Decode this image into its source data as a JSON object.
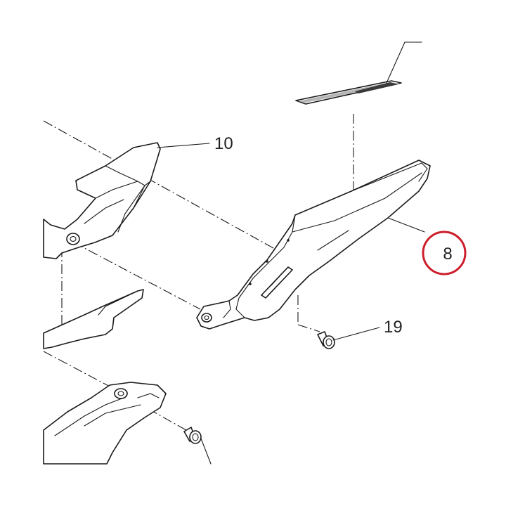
{
  "callouts": [
    {
      "id": "label-10",
      "text": "10"
    },
    {
      "id": "label-19",
      "text": "19"
    },
    {
      "id": "label-8",
      "text": "8",
      "highlighted": true
    }
  ],
  "colors": {
    "line": "#1a1a1a",
    "highlight_circle": "#cc1f2b"
  }
}
